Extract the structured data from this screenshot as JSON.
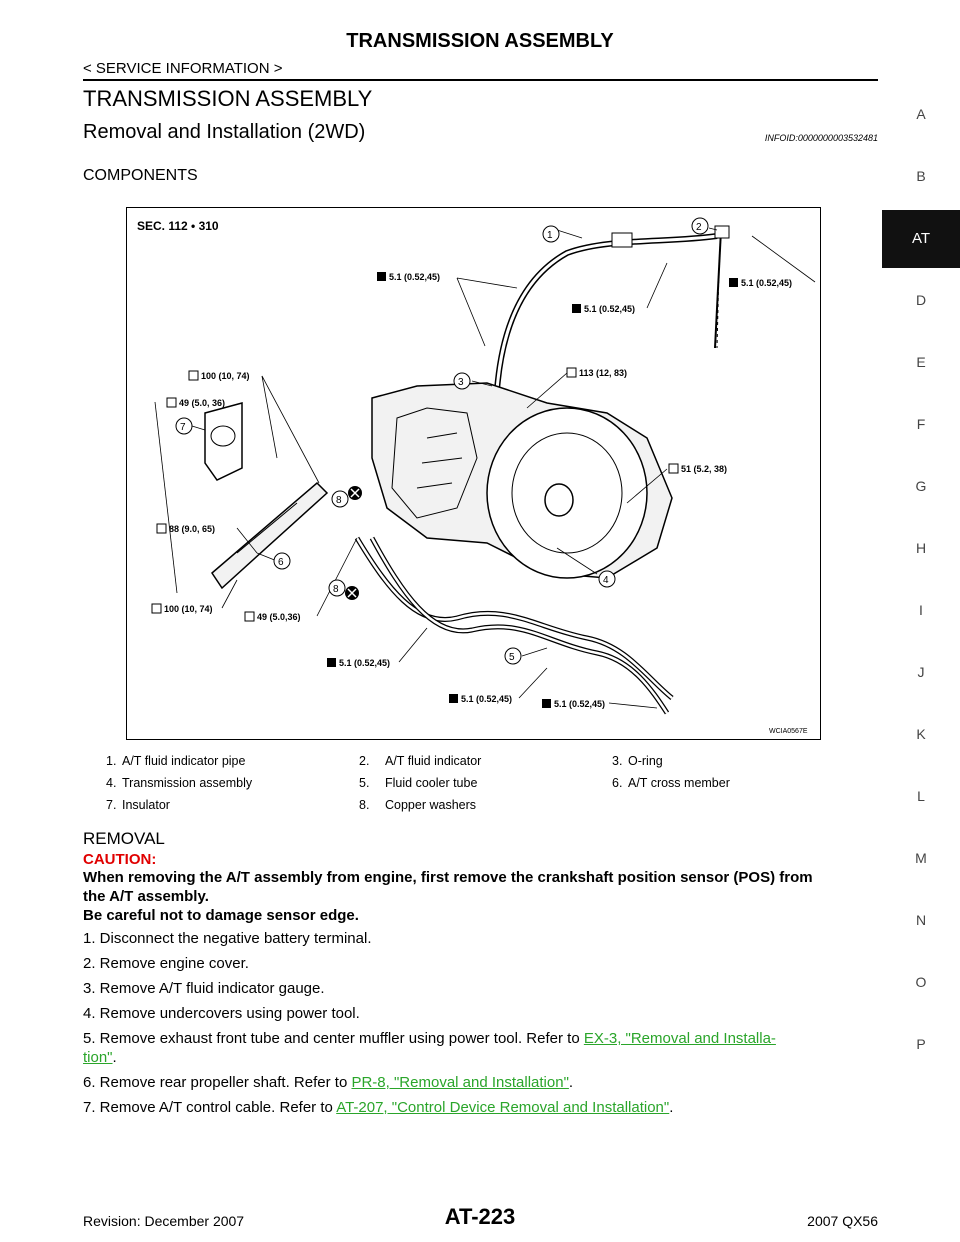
{
  "header": {
    "title": "TRANSMISSION ASSEMBLY",
    "breadcrumb": "< SERVICE INFORMATION >"
  },
  "section": {
    "title": "TRANSMISSION ASSEMBLY",
    "subtitle": "Removal and Installation (2WD)",
    "infoid": "INFOID:0000000003532481",
    "components_heading": "COMPONENTS"
  },
  "sidebar": {
    "letters": [
      "A",
      "B",
      "AT",
      "D",
      "E",
      "F",
      "G",
      "H",
      "I",
      "J",
      "K",
      "L",
      "M",
      "N",
      "O",
      "P"
    ],
    "active": "AT"
  },
  "figure": {
    "sec_label": "SEC. 112 • 310",
    "figure_id": "WCIA0567E",
    "torques": {
      "t1": "5.1 (0.52,45)",
      "t2": "5.1 (0.52,45)",
      "t3": "5.1 (0.52,45)",
      "t4": "100 (10, 74)",
      "t5": "49 (5.0, 36)",
      "t6": "113 (12, 83)",
      "t7": "51 (5.2, 38)",
      "t8": "88 (9.0, 65)",
      "t9": "100 (10, 74)",
      "t10": "49 (5.0,36)",
      "t11": "5.1 (0.52,45)",
      "t12": "5.1 (0.52,45)",
      "t13": "5.1 (0.52,45)"
    },
    "callouts": {
      "c1": "1",
      "c2": "2",
      "c3": "3",
      "c4": "4",
      "c5": "5",
      "c6": "6",
      "c7": "7",
      "c8a": "8",
      "c8b": "8"
    }
  },
  "legend": [
    [
      "1.",
      "A/T fluid indicator pipe",
      "2.",
      "A/T fluid indicator",
      "3.",
      "O-ring"
    ],
    [
      "4.",
      "Transmission assembly",
      "5.",
      "Fluid cooler tube",
      "6.",
      "A/T cross member"
    ],
    [
      "7.",
      "Insulator",
      "8.",
      "Copper washers",
      "",
      ""
    ]
  ],
  "removal": {
    "heading": "REMOVAL",
    "caution_label": "CAUTION:",
    "caution_lines": [
      "When removing the A/T assembly from engine, first remove the crankshaft position sensor (POS) from",
      "the A/T assembly.",
      "Be careful not to damage sensor edge."
    ],
    "steps": {
      "s1": "1. Disconnect the negative battery terminal.",
      "s2": "2. Remove engine cover.",
      "s3": "3. Remove A/T fluid indicator gauge.",
      "s4": "4. Remove undercovers using power tool.",
      "s5_text": "5. Remove exhaust front tube and center muffler using power tool. Refer to ",
      "s5_link_a": "EX-3, \"Removal and Installa-",
      "s5_link_b": "tion\"",
      "s5_end": ".",
      "s6_text": "6. Remove rear propeller shaft. Refer to ",
      "s6_link": "PR-8, \"Removal and Installation\"",
      "s6_end": ".",
      "s7_text": "7. Remove A/T control cable. Refer to ",
      "s7_link": "AT-207, \"Control Device Removal and Installation\"",
      "s7_end": "."
    }
  },
  "footer": {
    "revision": "Revision: December 2007",
    "page": "AT-223",
    "model": "2007 QX56"
  }
}
